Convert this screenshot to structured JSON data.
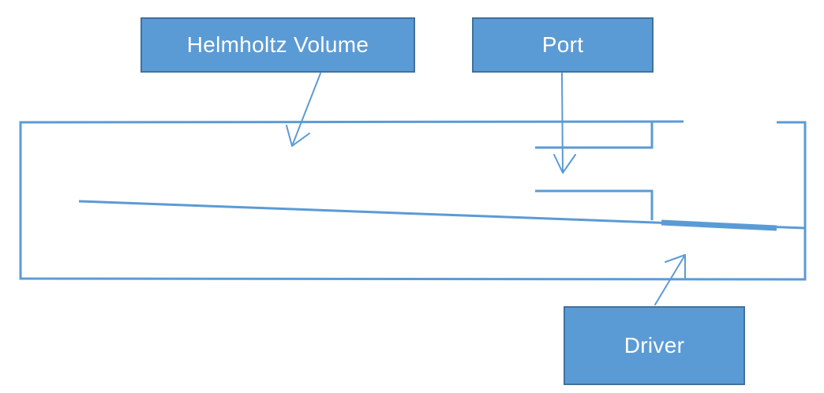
{
  "labels": {
    "helmholtz_volume": "Helmholtz Volume",
    "port": "Port",
    "driver": "Driver"
  },
  "colors": {
    "box_fill": "#5b9bd5",
    "box_border": "#41719c",
    "line": "#5b9bd5",
    "text": "#ffffff"
  }
}
